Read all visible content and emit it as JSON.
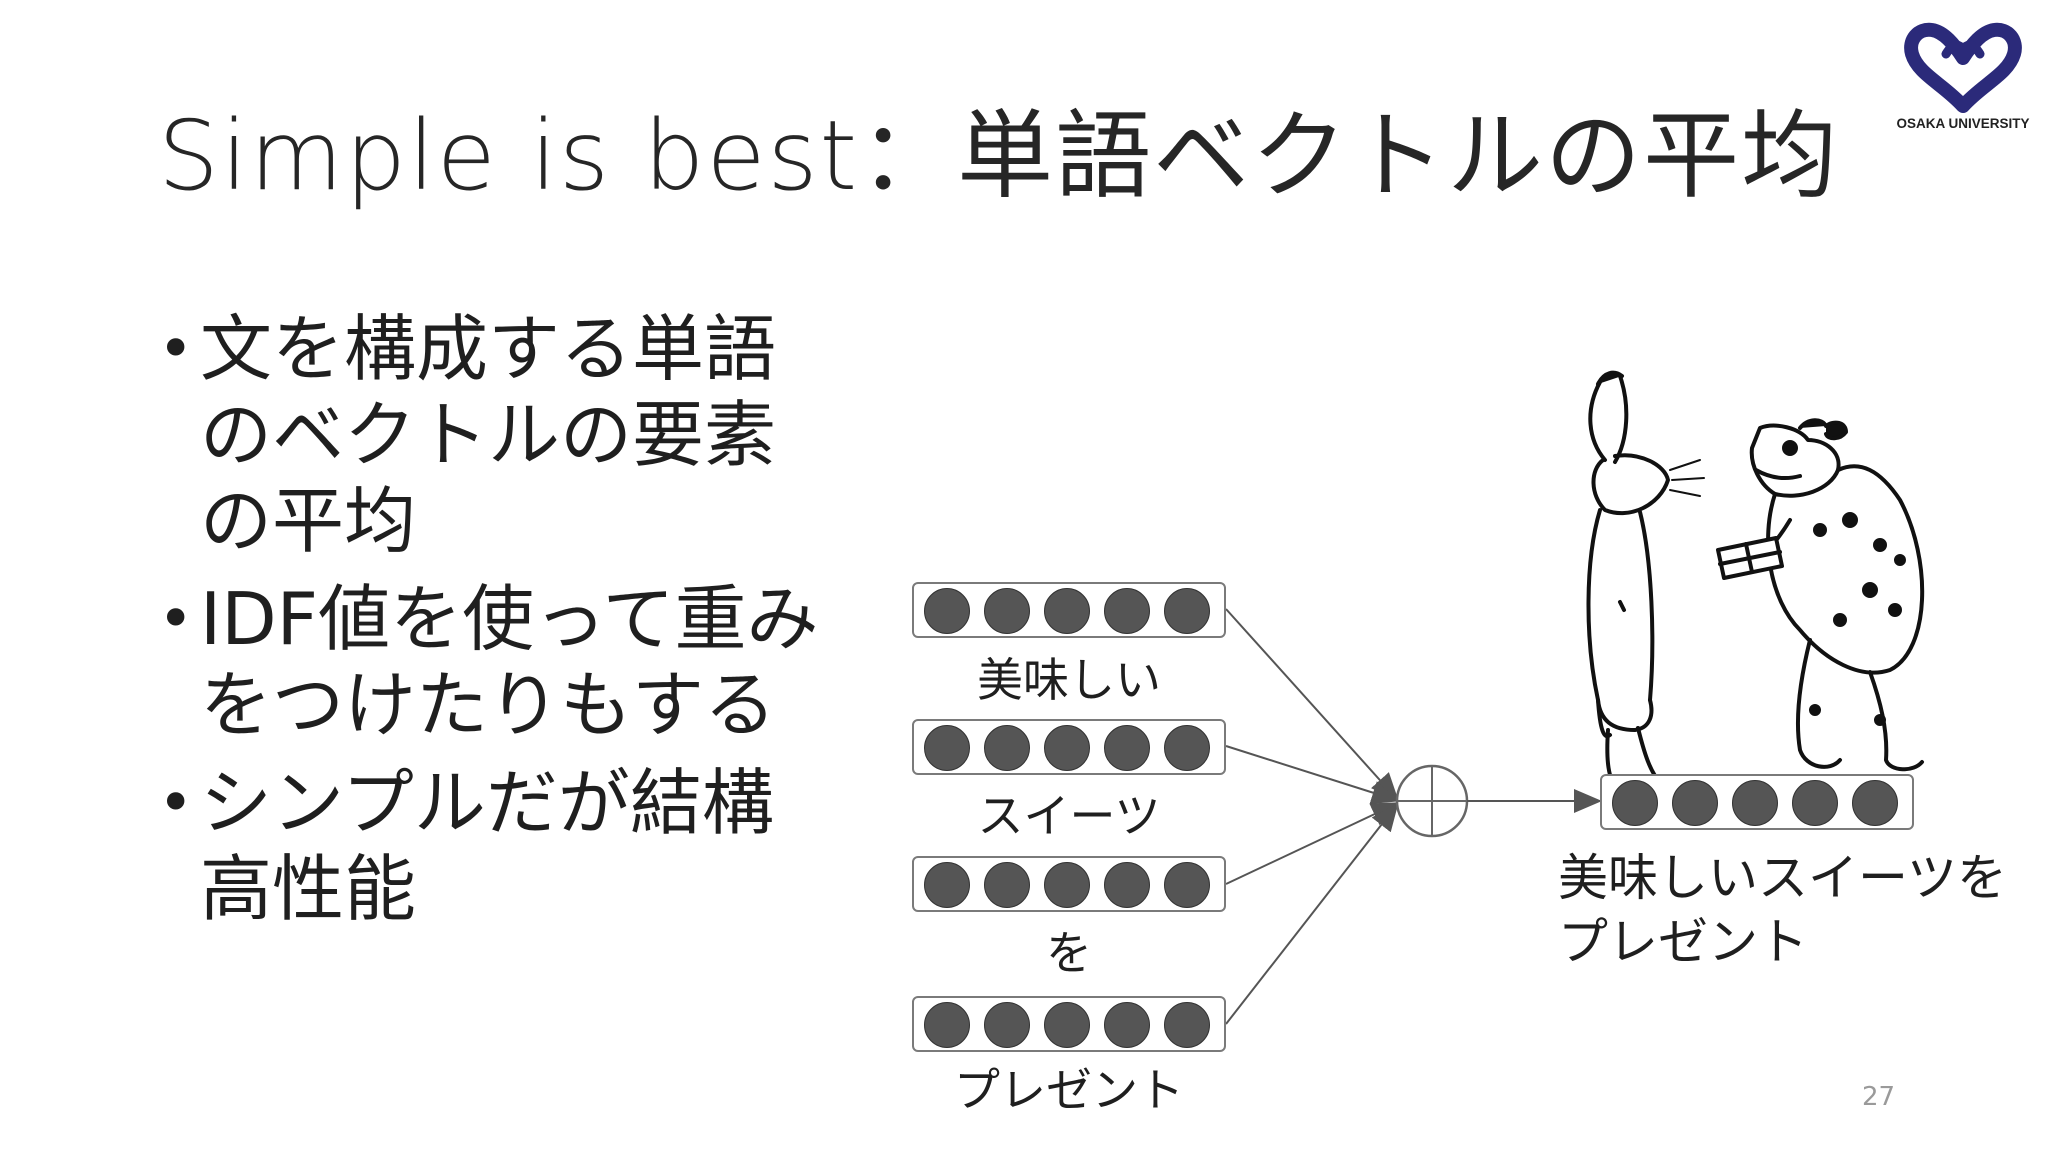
{
  "slide": {
    "title": "Simple is best：単語ベクトルの平均",
    "page_number": "27"
  },
  "logo": {
    "text": "OSAKA UNIVERSITY",
    "color": "#2b2a7a"
  },
  "bullets": [
    {
      "text": "文を構成する単語のベクトルの要素の平均"
    },
    {
      "text": "IDF値を使って重みをつけたりもする"
    },
    {
      "text": "シンプルだが結構高性能"
    }
  ],
  "diagram": {
    "word_vectors": [
      {
        "label": "美味しい"
      },
      {
        "label": "スイーツ"
      },
      {
        "label": "を"
      },
      {
        "label": "プレゼント"
      }
    ],
    "operator_icon": "circled-plus-icon",
    "result_label": "美味しいスイーツをプレゼント",
    "illustration": "rabbit-and-frog-illustration"
  }
}
